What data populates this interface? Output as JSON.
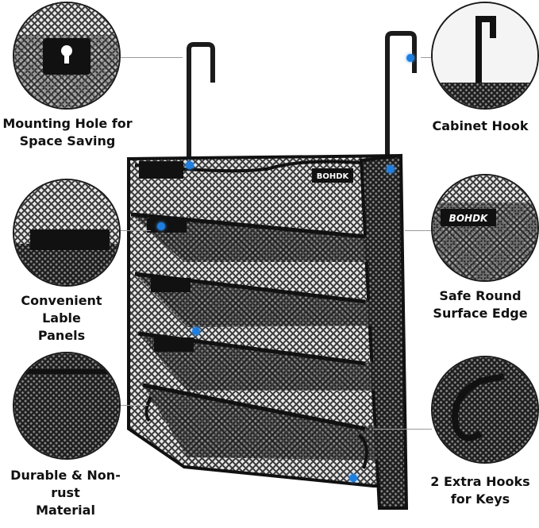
{
  "features": {
    "mounting_hole": {
      "line1": "Mounting Hole for",
      "line2": "Space Saving"
    },
    "cabinet_hook": {
      "line1": "Cabinet Hook"
    },
    "label_panels": {
      "line1": "Convenient Lable",
      "line2": "Panels"
    },
    "round_edge": {
      "line1": "Safe Round",
      "line2": "Surface Edge"
    },
    "non_rust": {
      "line1": "Durable & Non-rust",
      "line2": "Material"
    },
    "extra_hooks": {
      "line1": "2 Extra Hooks",
      "line2": "for Keys"
    }
  },
  "brand": {
    "logo_text": "BOHDK"
  },
  "colors": {
    "metal": "#1b1b1b",
    "mesh": "#2a2a2a",
    "accent_dot": "#1e7fe0",
    "callout_line": "#9a9a9a"
  }
}
